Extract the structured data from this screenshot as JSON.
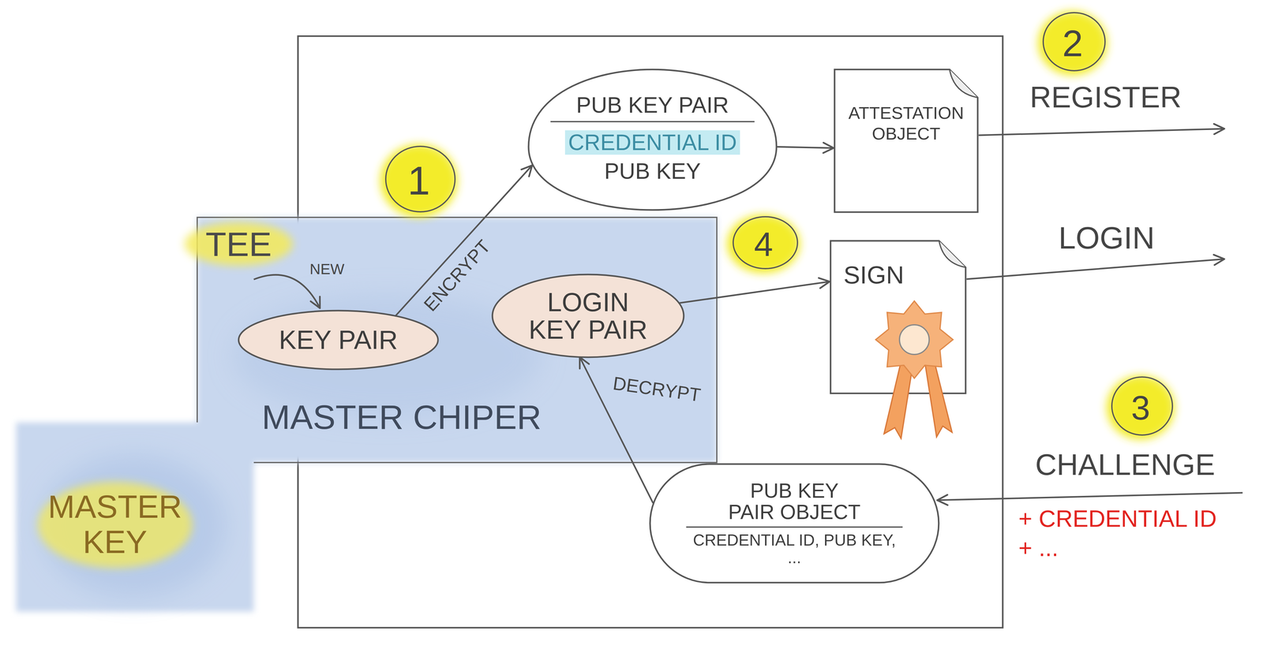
{
  "diagram": {
    "nodes": [
      {
        "text": [
          "TEE",
          "MASTER CHIPER",
          "MASTER KEY"
        ]
      },
      {
        "text": [
          "KEY PAIR"
        ],
        "in": 0
      },
      {
        "text": [
          "LOGIN KEY PAIR"
        ],
        "in": 0
      },
      {
        "text": [
          "PUB KEY PAIR",
          "CREDENTIAL ID",
          "PUB KEY"
        ]
      },
      {
        "text": [
          "ATTESTATION OBJECT"
        ]
      },
      {
        "text": [
          "SIGN"
        ]
      },
      {
        "text": [
          "PUB KEY PAIR OBJECT",
          "CREDENTIAL ID, PUB KEY, ..."
        ]
      }
    ],
    "edges": [
      {
        "from": 1,
        "to": 3,
        "arrow": "to",
        "label": "ENCRYPT"
      },
      {
        "from": 3,
        "to": 4,
        "arrow": "to"
      },
      {
        "from": 2,
        "to": 5,
        "arrow": "to"
      },
      {
        "from": 6,
        "to": 2,
        "arrow": "to",
        "label": "DECRYPT"
      }
    ],
    "labels": [
      "NEW",
      "1",
      "2",
      "REGISTER",
      "4",
      "LOGIN",
      "3",
      "CHALLENGE",
      "+ CREDENTIAL ID",
      "+ ..."
    ]
  }
}
